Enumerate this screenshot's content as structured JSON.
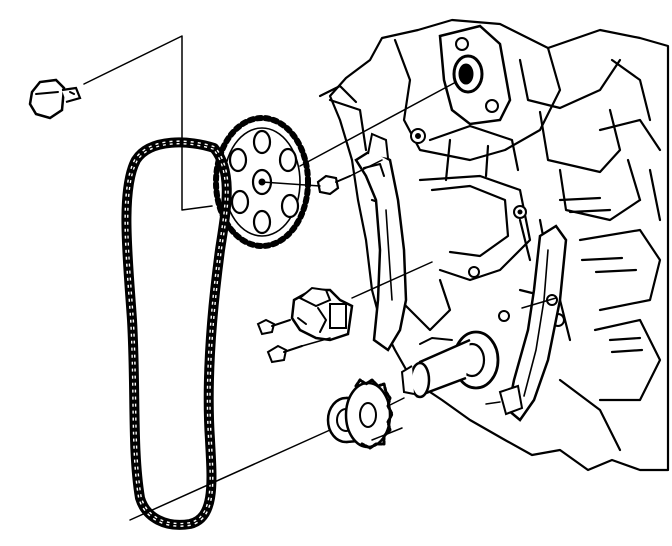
{
  "figure": {
    "subject": "engine-timing-chain-exploded-view",
    "ink_color": "#000000",
    "paper_color": "#ffffff"
  },
  "parts": [
    "chain-guide-bolt",
    "camshaft-sprocket",
    "timing-chain",
    "sprocket-bolt",
    "chain-tensioner",
    "tensioner-bolts",
    "crankshaft-sprocket",
    "crankshaft-spacer",
    "stationary-chain-guide",
    "adjustable-chain-guide",
    "camshaft-seal-housing",
    "engine-block",
    "crankshaft-nose",
    "leader-lines"
  ]
}
